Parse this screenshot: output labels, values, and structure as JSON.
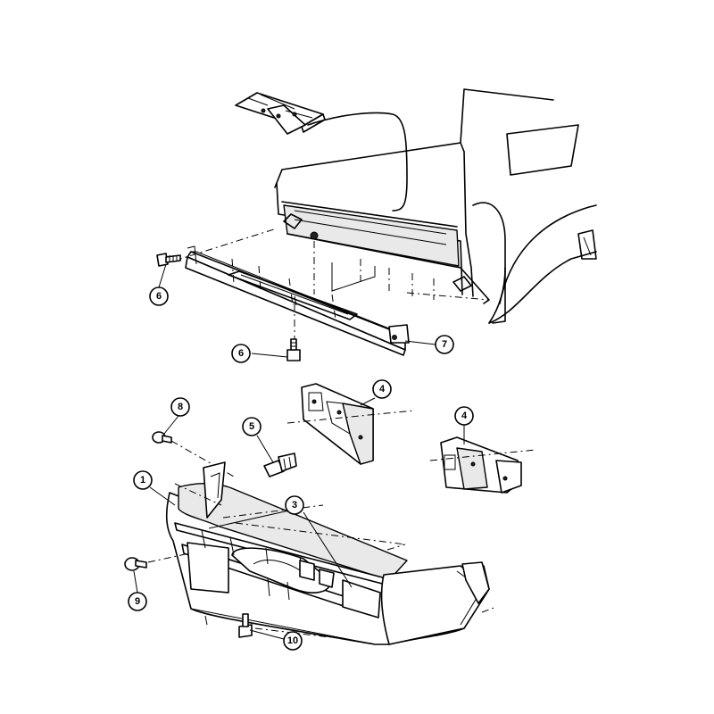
{
  "diagram": {
    "callouts": [
      {
        "id": "c6a",
        "label": "6"
      },
      {
        "id": "c6b",
        "label": "6"
      },
      {
        "id": "c7",
        "label": "7"
      },
      {
        "id": "c4a",
        "label": "4"
      },
      {
        "id": "c4b",
        "label": "4"
      },
      {
        "id": "c8",
        "label": "8"
      },
      {
        "id": "c5",
        "label": "5"
      },
      {
        "id": "c1",
        "label": "1"
      },
      {
        "id": "c3",
        "label": "3"
      },
      {
        "id": "c9",
        "label": "9"
      },
      {
        "id": "c10",
        "label": "10"
      }
    ]
  }
}
